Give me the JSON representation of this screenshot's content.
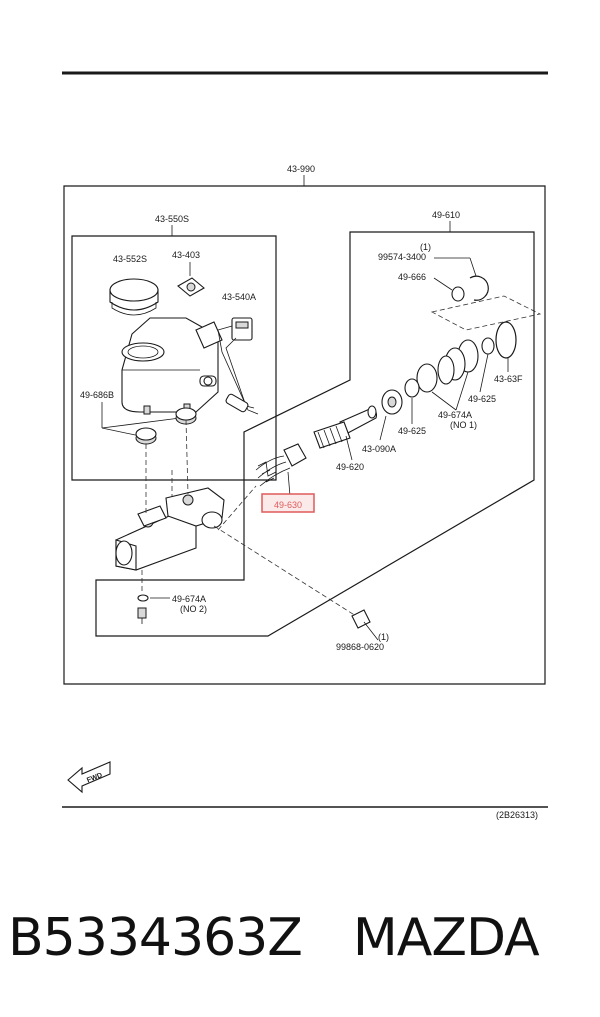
{
  "labels": {
    "assembly": "43-990",
    "reservoir_kit": "43-550S",
    "piston_kit": "49-610",
    "cap": "43-552S",
    "seal_cap": "43-403",
    "switch": "43-540A",
    "grommets": "49-686B",
    "qty_1": "(1)",
    "pin_part": "99574-3400",
    "clip": "49-666",
    "o_ring": "43-63F",
    "cup_a": "49-625",
    "gasket_no1": "49-674A",
    "no1": "(NO 1)",
    "piston": "43-090A",
    "cup_b": "49-625",
    "rod": "49-620",
    "spring_highlighted": "49-630",
    "gasket_no2": "49-674A",
    "no2": "(NO 2)",
    "qty_1b": "(1)",
    "bolt": "99868-0620",
    "fwd": "FWD",
    "figure_code": "(2B26313)"
  },
  "highlight_color": "#e05a5a",
  "footer": "B5334363Z　MAZDA"
}
